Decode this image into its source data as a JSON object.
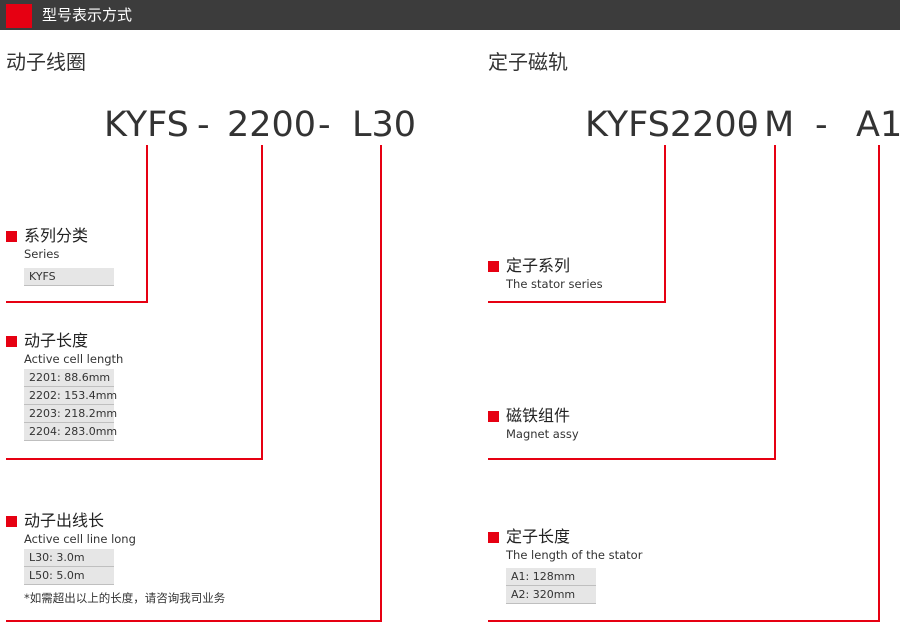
{
  "header": {
    "title": "型号表示方式",
    "accent_color": "#e60012",
    "bar_color": "#3c3c3c"
  },
  "left": {
    "section_title": "动子线圈",
    "code": [
      "KYFS",
      "-",
      "2200",
      "-",
      "L30"
    ],
    "groups": [
      {
        "title": "系列分类",
        "subtitle": "Series",
        "options": [
          "KYFS"
        ]
      },
      {
        "title": "动子长度",
        "subtitle": "Active cell length",
        "options": [
          "2201: 88.6mm",
          "2202: 153.4mm",
          "2203: 218.2mm",
          "2204: 283.0mm"
        ]
      },
      {
        "title": "动子出线长",
        "subtitle": "Active cell line long",
        "options": [
          "L30: 3.0m",
          "L50:  5.0m"
        ]
      }
    ],
    "note": "*如需超出以上的长度，请咨询我司业务"
  },
  "right": {
    "section_title": "定子磁轨",
    "code": [
      "KYFS2200",
      "-",
      "M",
      "-",
      "A1"
    ],
    "groups": [
      {
        "title": "定子系列",
        "subtitle": "The stator series",
        "options": []
      },
      {
        "title": "磁铁组件",
        "subtitle": "Magnet assy",
        "options": []
      },
      {
        "title": "定子长度",
        "subtitle": "The length of the stator",
        "options": [
          "A1: 128mm",
          "A2: 320mm"
        ]
      }
    ]
  }
}
